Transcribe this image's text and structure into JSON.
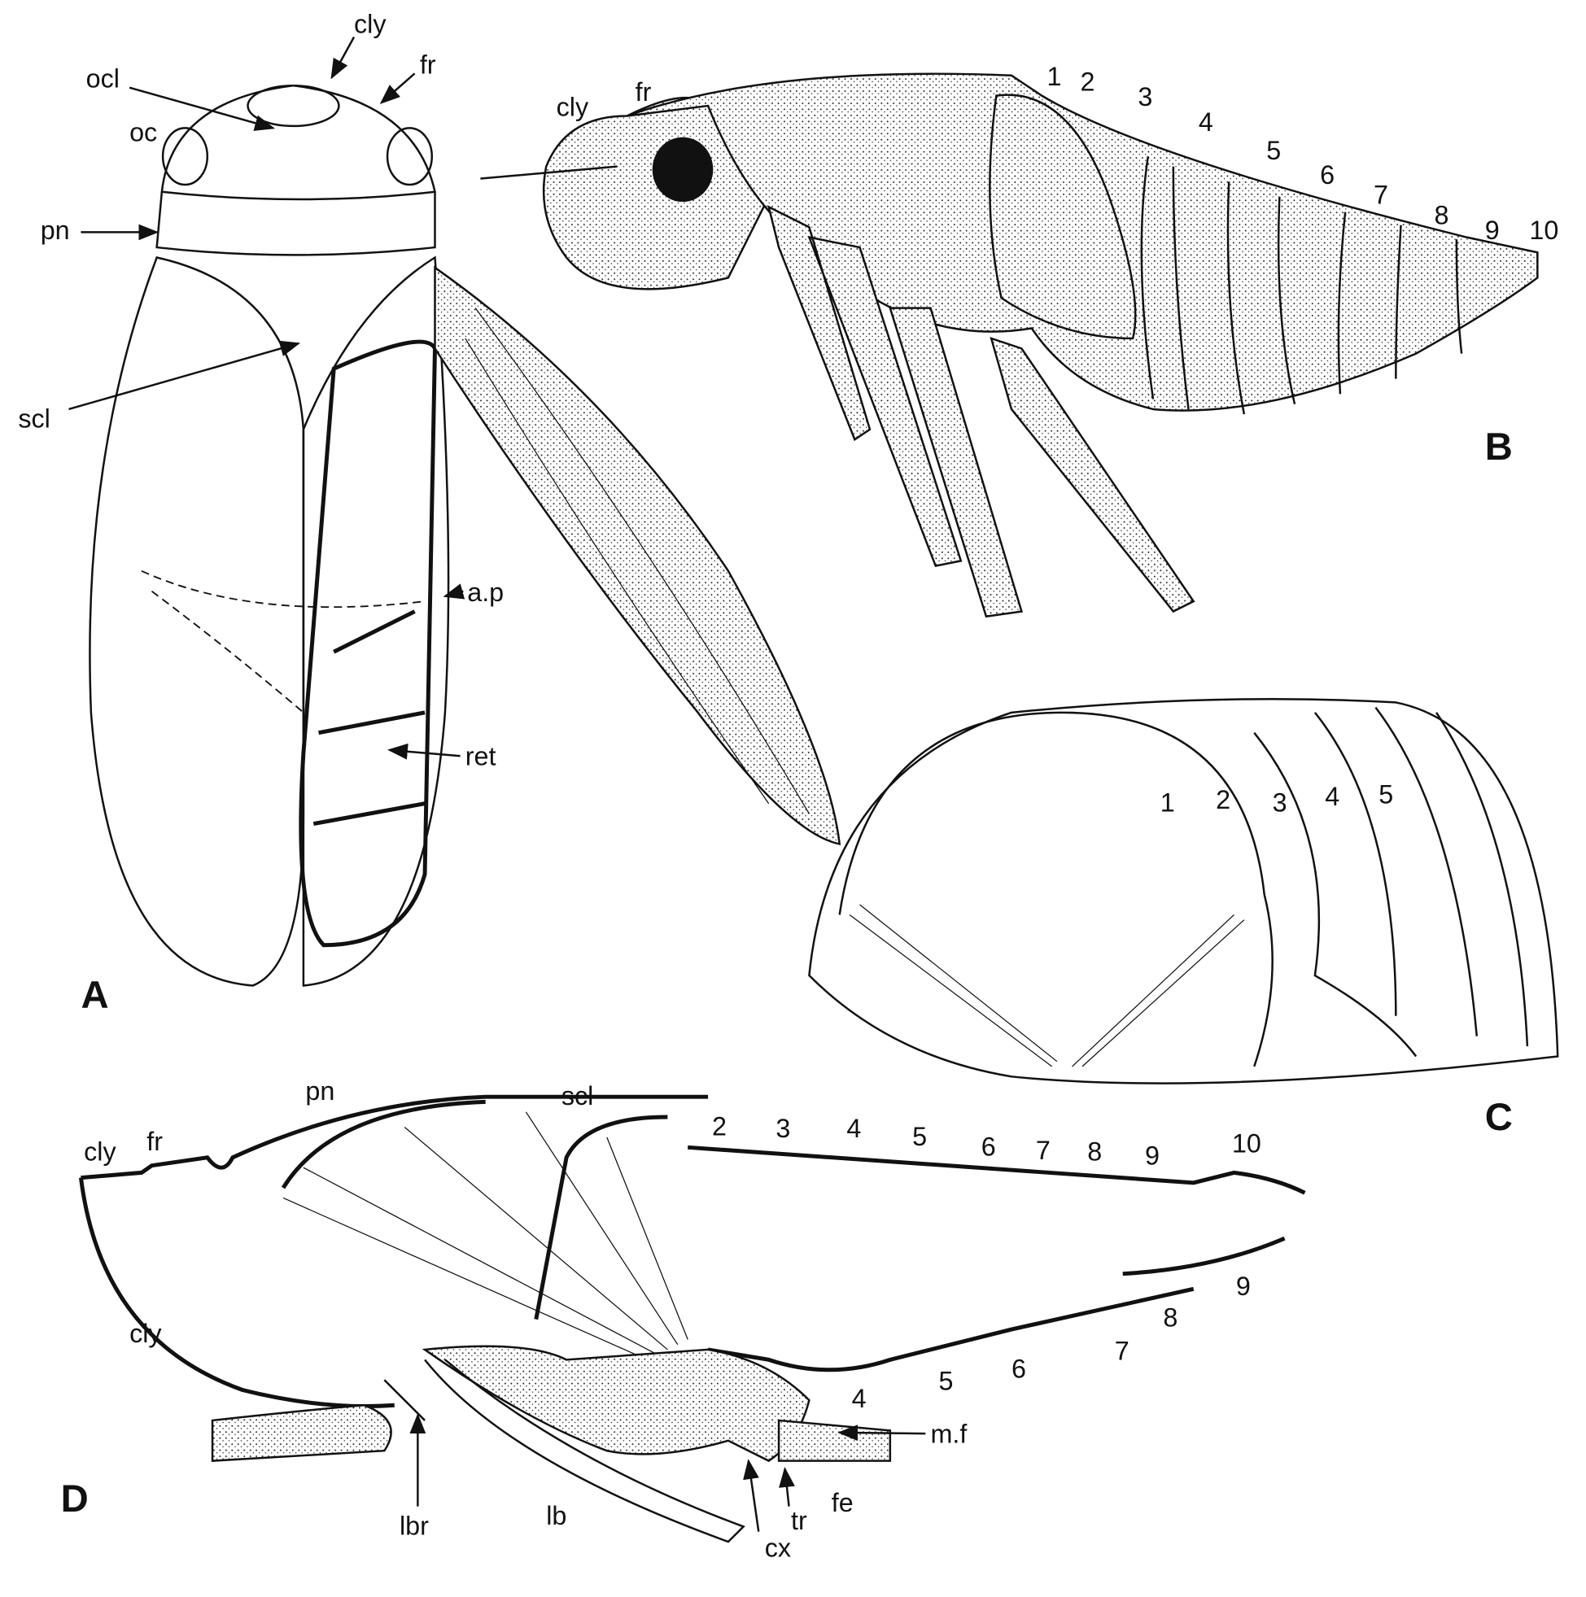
{
  "panel_A": {
    "letter": "A",
    "labels": {
      "cly": "cly",
      "ocl": "ocl",
      "fr": "fr",
      "oc": "oc",
      "pn": "pn",
      "scl": "scl",
      "ap": "a.p",
      "ret": "ret"
    }
  },
  "panel_B": {
    "letter": "B",
    "labels": {
      "cly": "cly",
      "fr": "fr"
    },
    "segments": [
      "1",
      "2",
      "3",
      "4",
      "5",
      "6",
      "7",
      "8",
      "9",
      "10"
    ]
  },
  "panel_C": {
    "letter": "C",
    "segments": [
      "1",
      "2",
      "3",
      "4",
      "5"
    ]
  },
  "panel_D": {
    "letter": "D",
    "labels": {
      "pn": "pn",
      "scl": "scl",
      "cly_top": "cly",
      "fr": "fr",
      "cly_bottom": "cly",
      "mf": "m.f",
      "lbr": "lbr",
      "lb": "lb",
      "cx": "cx",
      "tr": "tr",
      "fe": "fe"
    },
    "dorsal_segments": [
      "2",
      "3",
      "4",
      "5",
      "6",
      "7",
      "8",
      "9",
      "10"
    ],
    "ventral_segments": [
      "9",
      "8",
      "7",
      "6",
      "5",
      "4"
    ]
  }
}
